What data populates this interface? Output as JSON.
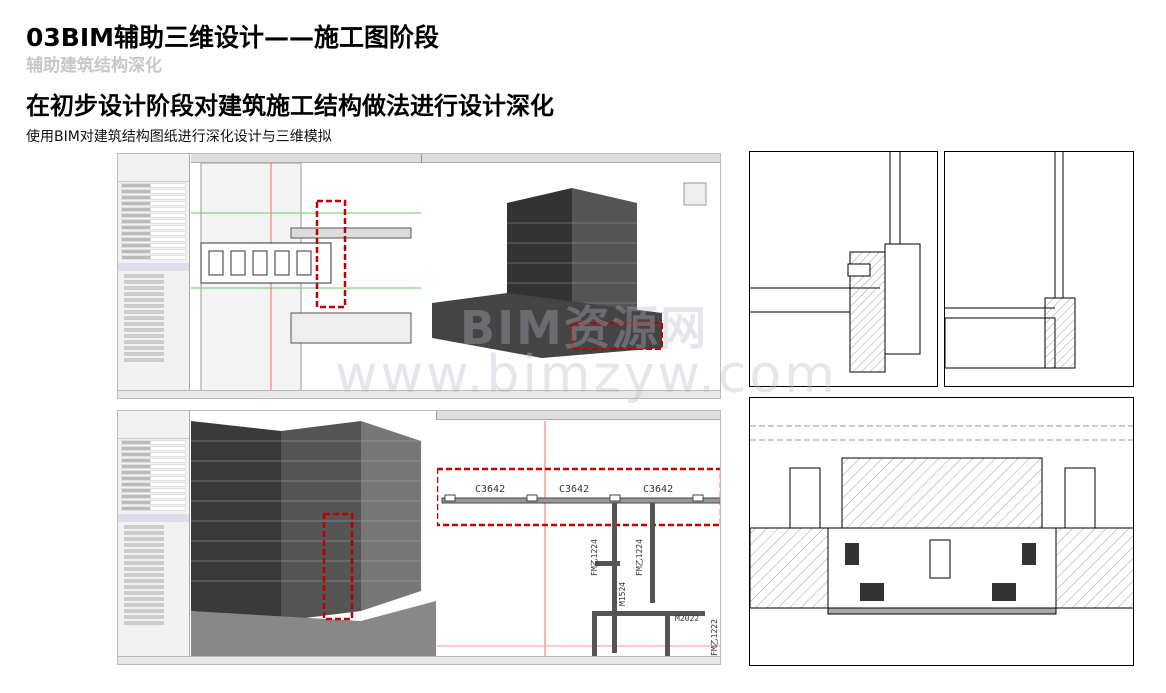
{
  "header": {
    "title": "03BIM辅助三维设计——施工图阶段",
    "subtitle": "辅助建筑结构深化",
    "heading": "在初步设计阶段对建筑施工结构做法进行设计深化",
    "description": "使用BIM对建筑结构图纸进行深化设计与三维模拟"
  },
  "plan_view": {
    "window_tags": [
      "C3642",
      "C3642",
      "C3642"
    ],
    "door_tags": [
      "FM乙1224",
      "FM乙1224",
      "M1524",
      "M2022",
      "FM乙1222"
    ]
  },
  "watermark": {
    "logo": "BIM资源网",
    "url": "www.bimzyw.com"
  },
  "colors": {
    "highlight": "#c00000",
    "grid": "#ff6666"
  }
}
